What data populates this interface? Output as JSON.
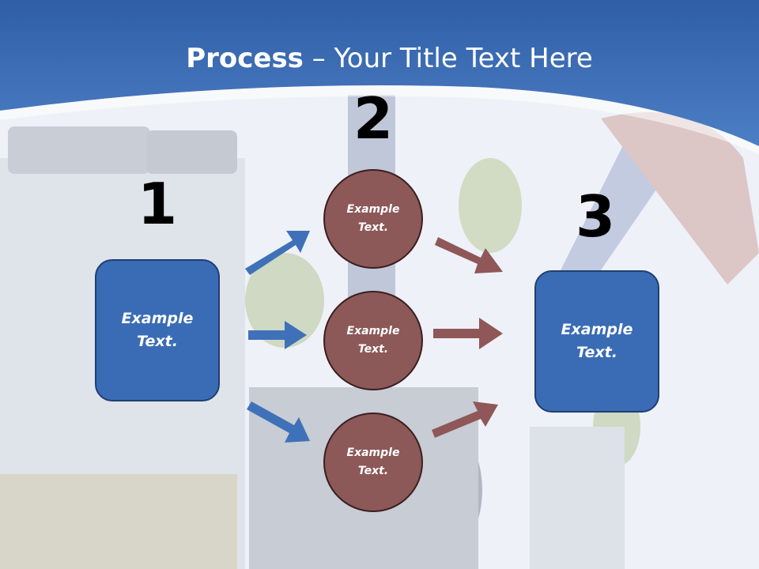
{
  "title": {
    "bold": "Process",
    "rest": " – Your Title Text Here"
  },
  "steps": {
    "one": "1",
    "two": "2",
    "three": "3"
  },
  "left_box": "Example\nText.",
  "right_box": "Example\nText.",
  "circles": [
    "Example\nText.",
    "Example\nText.",
    "Example\nText."
  ],
  "colors": {
    "header_blue": "#3a6cb5",
    "box_blue": "#3a6cb5",
    "circle_brown": "#8c5858",
    "arrow_blue": "#3f71b8",
    "arrow_brown": "#8f5757"
  }
}
